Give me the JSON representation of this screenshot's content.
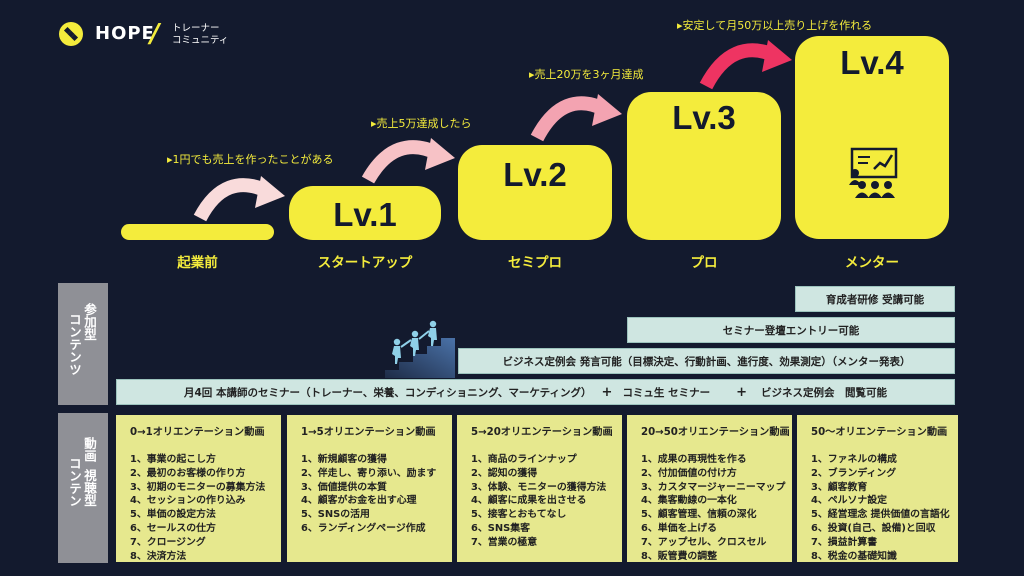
{
  "brand": {
    "name": "HOPE",
    "slash": "/",
    "sub_line1": "トレーナー",
    "sub_line2": "コミュニティ"
  },
  "levels": [
    {
      "label": "起業前",
      "box_text": "",
      "milestone": ""
    },
    {
      "label": "スタートアップ",
      "box_text": "Lv.1",
      "milestone": "▸1円でも売上を作ったことがある"
    },
    {
      "label": "セミプロ",
      "box_text": "Lv.2",
      "milestone": "▸売上5万達成したら"
    },
    {
      "label": "プロ",
      "box_text": "Lv.3",
      "milestone": "▸売上20万を3ヶ月達成"
    },
    {
      "label": "メンター",
      "box_text": "Lv.4",
      "milestone": "▸安定して月50万以上売り上げを作れる"
    }
  ],
  "arrow_colors": [
    "#f9dbdb",
    "#f7c2c6",
    "#f3a3b1",
    "#ee3462"
  ],
  "icons": {
    "climbing": "climbing-people-icon",
    "mentor": "presentation-audience-icon",
    "logo": "logo-icon"
  },
  "sections": {
    "participation": {
      "label_line1": "参加型",
      "label_line2": "コンテンツ"
    },
    "video": {
      "label_line1": "動画",
      "label_line2": "視聴型",
      "label_line3": "コンテン"
    }
  },
  "participation_bars": [
    {
      "text": "育成者研修 受講可能"
    },
    {
      "text": "セミナー登壇エントリー可能"
    },
    {
      "text": "ビジネス定例会 発言可能（目標決定、行動計画、進行度、効果測定）（メンター発表）"
    }
  ],
  "base_bar": {
    "part1": "月4回 本講師のセミナー（トレーナー、栄養、コンディショニング、マーケティング）",
    "plus1": "+",
    "part2": "コミュ生 セミナー",
    "plus2": "+",
    "part3": "ビジネス定例会　閲覧可能"
  },
  "videos": [
    {
      "title": "0→1オリエンテーション動画",
      "items": [
        "1、事業の起こし方",
        "2、最初のお客様の作り方",
        "3、初期のモニターの募集方法",
        "4、セッションの作り込み",
        "5、単価の設定方法",
        "6、セールスの仕方",
        "7、クロージング",
        "8、決済方法"
      ]
    },
    {
      "title": "1→5オリエンテーション動画",
      "items": [
        "1、新規顧客の獲得",
        "2、伴走し、寄り添い、励ます",
        "3、価値提供の本質",
        "4、顧客がお金を出す心理",
        "5、SNSの活用",
        "6、ランディングページ作成"
      ]
    },
    {
      "title": "5→20オリエンテーション動画",
      "items": [
        "1、商品のラインナップ",
        "2、認知の獲得",
        "3、体験、モニターの獲得方法",
        "4、顧客に成果を出させる",
        "5、接客とおもてなし",
        "6、SNS集客",
        "7、営業の極意"
      ]
    },
    {
      "title": "20→50オリエンテーション動画",
      "items": [
        "1、成果の再現性を作る",
        "2、付加価値の付け方",
        "3、カスタマージャーニーマップ",
        "4、集客動線の一本化",
        "5、顧客管理、信頼の深化",
        "6、単価を上げる",
        "7、アップセル、クロスセル",
        "8、販管費の調整"
      ]
    },
    {
      "title": "50〜オリエンテーション動画",
      "items": [
        "1、ファネルの構成",
        "2、ブランディング",
        "3、顧客教育",
        "4、ペルソナ設定",
        "5、経営理念 提供価値の言語化",
        "6、投資(自己、設備)と回収",
        "7、損益計算書",
        "8、税金の基礎知識"
      ]
    }
  ]
}
